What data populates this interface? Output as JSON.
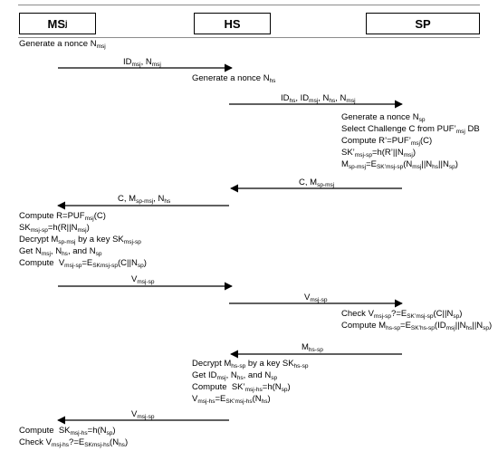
{
  "entities": {
    "msj": "MS",
    "msj_sub": "j",
    "hs": "HS",
    "sp": "SP"
  },
  "steps": {
    "s1": "Generate a nonce N<sub>msj</sub>",
    "m1": "ID<sub>msj</sub>, N<sub>msj</sub>",
    "s2": "Generate a nonce N<sub>hs</sub>",
    "m2": "ID<sub>hs</sub>, ID<sub>msj</sub>, N<sub>hs</sub>, N<sub>msj</sub>",
    "sp1": "Generate a nonce N<sub>sp</sub>",
    "sp2": "Select Challenge C from PUF’<sub>msj</sub> DB",
    "sp3": "Compute R’=PUF’<sub>msj</sub>(C)",
    "sp4": "SK’<sub>msj-sp</sub>=h(R’||N<sub>msj</sub>)",
    "sp5": "M<sub>sp-msj</sub>=E<sub>SK’msj-sp</sub>(N<sub>msj</sub>||N<sub>hs</sub>||N<sub>sp</sub>)",
    "m3": "C, M<sub>sp-msj</sub>",
    "m4": "C, M<sub>sp-msj</sub>, N<sub>hs</sub>",
    "ms1": "Compute R=PUF<sub>msj</sub>(C)",
    "ms2": "SK<sub>msj-sp</sub>=h(R||N<sub>msj</sub>)",
    "ms3": "Decrypt M<sub>sp-msj</sub> by a key SK<sub>msj-sp</sub>",
    "ms4": "Get N<sub>msj</sub>, N<sub>hs</sub>, and N<sub>sp</sub>",
    "ms5": "Compute &nbsp;V<sub>msj-sp</sub>=E<sub>SKmsj-sp</sub>(C||N<sub>sp</sub>)",
    "m5": "V<sub>msj-sp</sub>",
    "m6": "V<sub>msj-sp</sub>",
    "sp6": "Check V<sub>msj-sp</sub>?=E<sub>SK’msj-sp</sub>(C||N<sub>sp</sub>)",
    "sp7": "Compute M<sub>hs-sp</sub>=E<sub>SK’hs-sp</sub>(ID<sub>msj</sub>||N<sub>hs</sub>||N<sub>sp</sub>)",
    "m7": "M<sub>hs-sp</sub>",
    "hs1": "Decrypt M<sub>hs-sp</sub> by a key SK<sub>hs-sp</sub>",
    "hs2": "Get ID<sub>msj</sub>, N<sub>hs</sub>, and N<sub>sp</sub>",
    "hs3": "Compute &nbsp;SK’<sub>msj-hs</sub>=h(N<sub>sp</sub>)",
    "hs4": "V<sub>msj-hs</sub>=E<sub>SK’msj-hs</sub>(N<sub>hs</sub>)",
    "m8": "V<sub>msj-sp</sub>",
    "ms6": "Compute &nbsp;SK<sub>msj-hs</sub>=h(N<sub>sp</sub>)",
    "ms7": "Check V<sub>msj-hs</sub>?=E<sub>SKmsj-hs</sub>(N<sub>hs</sub>)"
  }
}
